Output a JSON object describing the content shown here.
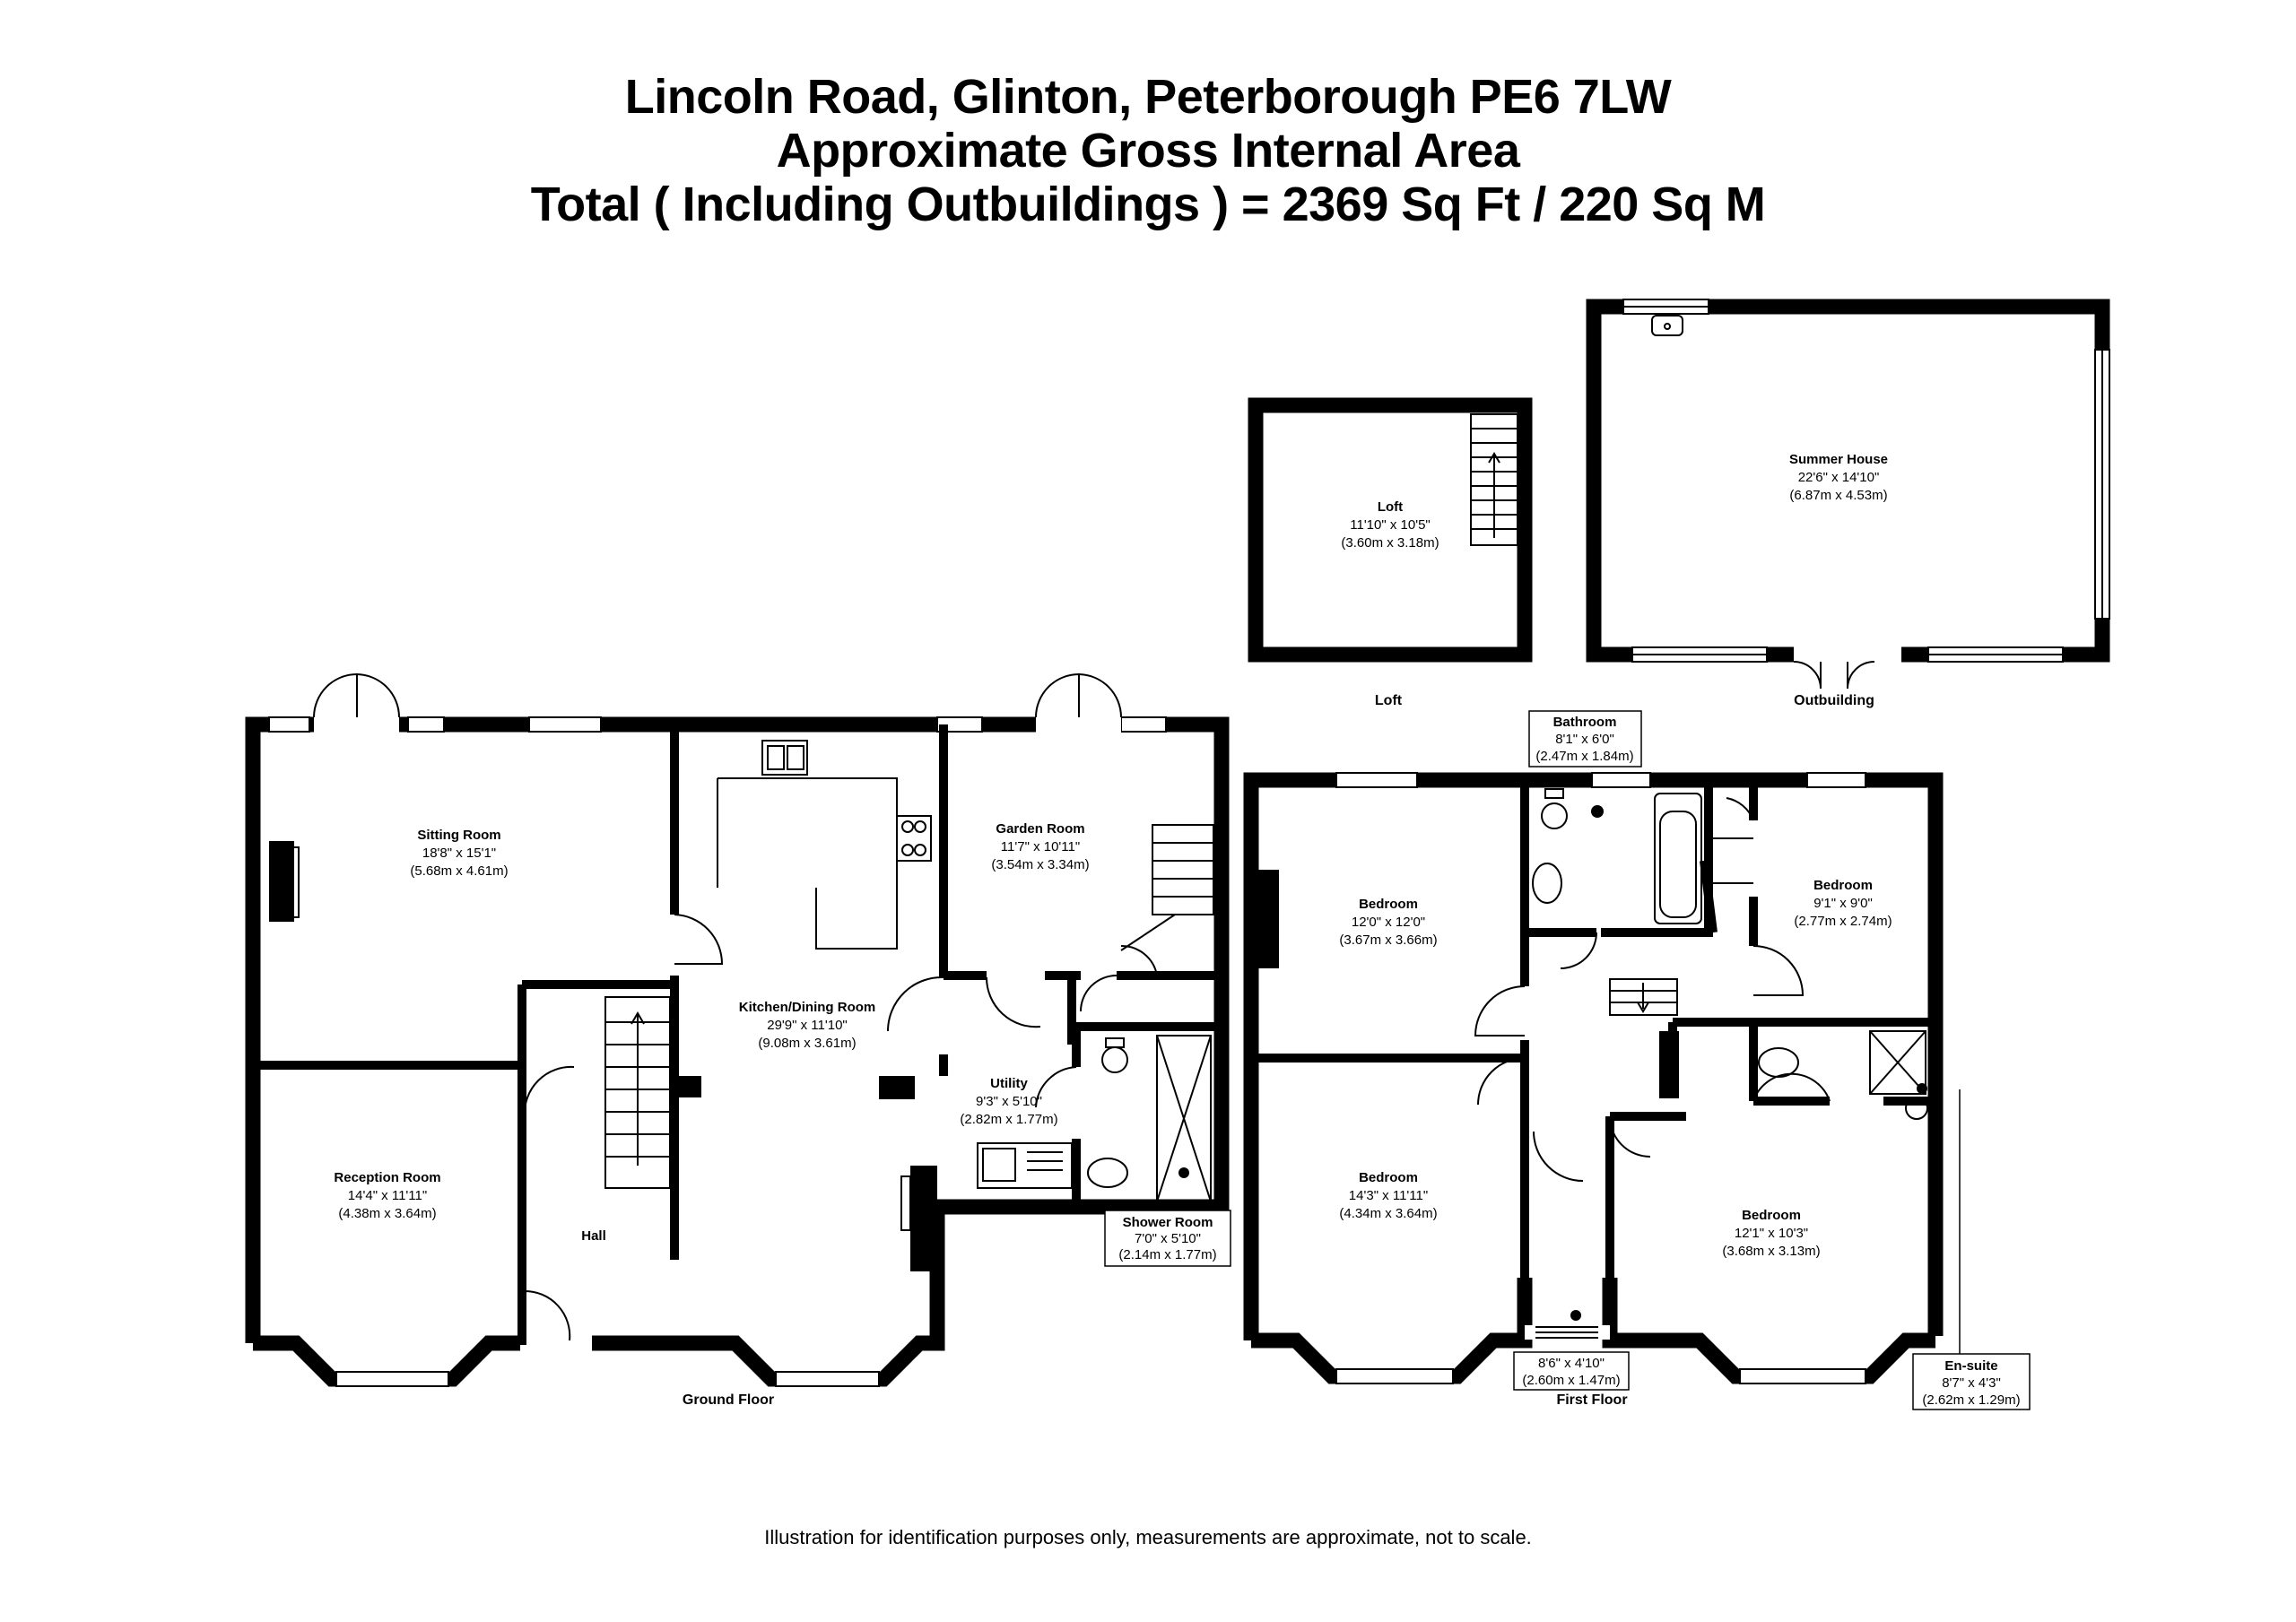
{
  "header": {
    "line1": "Lincoln Road, Glinton, Peterborough PE6 7LW",
    "line2": "Approximate Gross Internal Area",
    "line3": "Total ( Including Outbuildings ) = 2369 Sq Ft / 220 Sq M"
  },
  "rooms": {
    "sitting": {
      "name": "Sitting Room",
      "imperial": "18'8\" x 15'1\"",
      "metric": "(5.68m x 4.61m)"
    },
    "kitchen": {
      "name": "Kitchen/Dining Room",
      "imperial": "29'9\" x 11'10\"",
      "metric": "(9.08m x 3.61m)"
    },
    "garden": {
      "name": "Garden Room",
      "imperial": "11'7\" x 10'11\"",
      "metric": "(3.54m x 3.34m)"
    },
    "utility": {
      "name": "Utility",
      "imperial": "9'3\" x 5'10\"",
      "metric": "(2.82m x 1.77m)"
    },
    "shower": {
      "name": "Shower Room",
      "imperial": "7'0\" x 5'10\"",
      "metric": "(2.14m x 1.77m)"
    },
    "reception": {
      "name": "Reception Room",
      "imperial": "14'4\" x 11'11\"",
      "metric": "(4.38m x 3.64m)"
    },
    "hall": {
      "name": "Hall"
    },
    "loft": {
      "name": "Loft",
      "imperial": "11'10\" x 10'5\"",
      "metric": "(3.60m x 3.18m)"
    },
    "summer": {
      "name": "Summer House",
      "imperial": "22'6\" x 14'10\"",
      "metric": "(6.87m x 4.53m)"
    },
    "bathroom": {
      "name": "Bathroom",
      "imperial": "8'1\" x 6'0\"",
      "metric": "(2.47m x 1.84m)"
    },
    "bed1": {
      "name": "Bedroom",
      "imperial": "12'0\" x 12'0\"",
      "metric": "(3.67m x 3.66m)"
    },
    "bed2": {
      "name": "Bedroom",
      "imperial": "9'1\" x 9'0\"",
      "metric": "(2.77m x 2.74m)"
    },
    "bed3": {
      "name": "Bedroom",
      "imperial": "14'3\" x 11'11\"",
      "metric": "(4.34m x 3.64m)"
    },
    "bed4": {
      "name": "Bedroom",
      "imperial": "12'1\" x 10'3\"",
      "metric": "(3.68m x 3.13m)"
    },
    "landing": {
      "imperial": "8'6\" x 4'10\"",
      "metric": "(2.60m x 1.47m)"
    },
    "ensuite": {
      "name": "En-suite",
      "imperial": "8'7\" x 4'3\"",
      "metric": "(2.62m x 1.29m)"
    }
  },
  "floors": {
    "ground": "Ground Floor",
    "first": "First Floor",
    "loft": "Loft",
    "outbuilding": "Outbuilding"
  },
  "footer": {
    "disclaimer": "Illustration for identification purposes only, measurements are approximate, not to scale."
  }
}
